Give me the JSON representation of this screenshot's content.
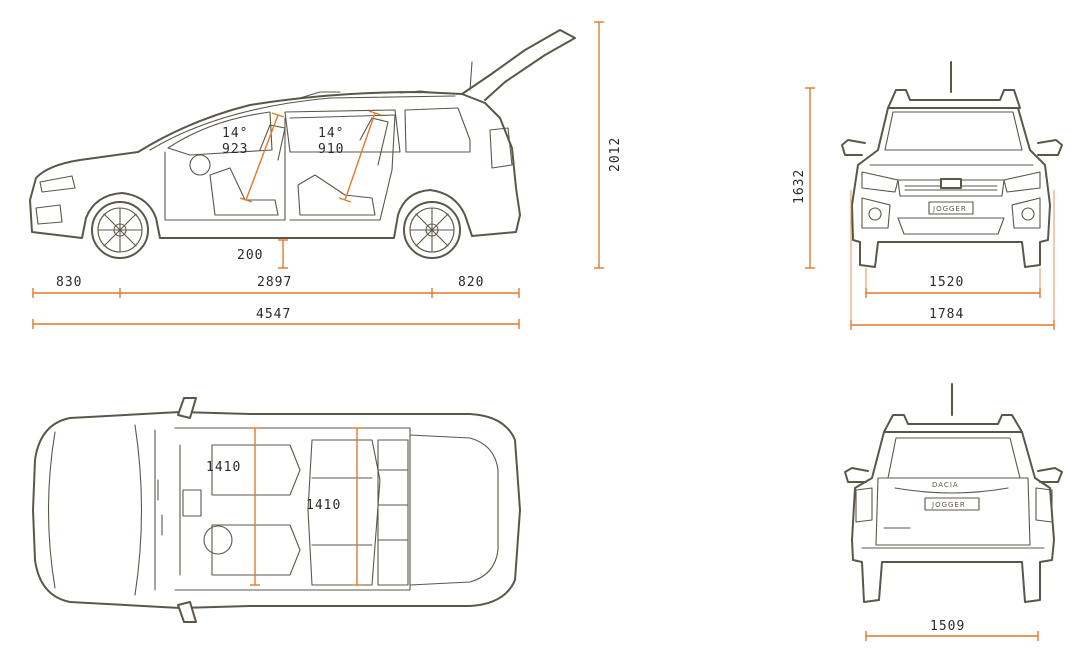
{
  "colors": {
    "dimension": "#e07a2c",
    "outline": "#5b5748",
    "text": "#2b2b2b",
    "background": "#ffffff"
  },
  "side_view": {
    "seat_angle_front": "14°",
    "seat_length_front": "923",
    "seat_angle_rear": "14°",
    "seat_length_rear": "910",
    "ground_clearance": "200",
    "front_overhang": "830",
    "wheelbase": "2897",
    "rear_overhang": "820",
    "overall_length": "4547",
    "height_tailgate_open": "2012"
  },
  "front_view": {
    "height": "1632",
    "front_track": "1520",
    "width": "1784",
    "badge": "JOGGER"
  },
  "top_view": {
    "front_elbow_width": "1410",
    "rear_elbow_width": "1410"
  },
  "rear_view": {
    "rear_track": "1509",
    "brand": "DACIA",
    "badge": "JOGGER"
  }
}
